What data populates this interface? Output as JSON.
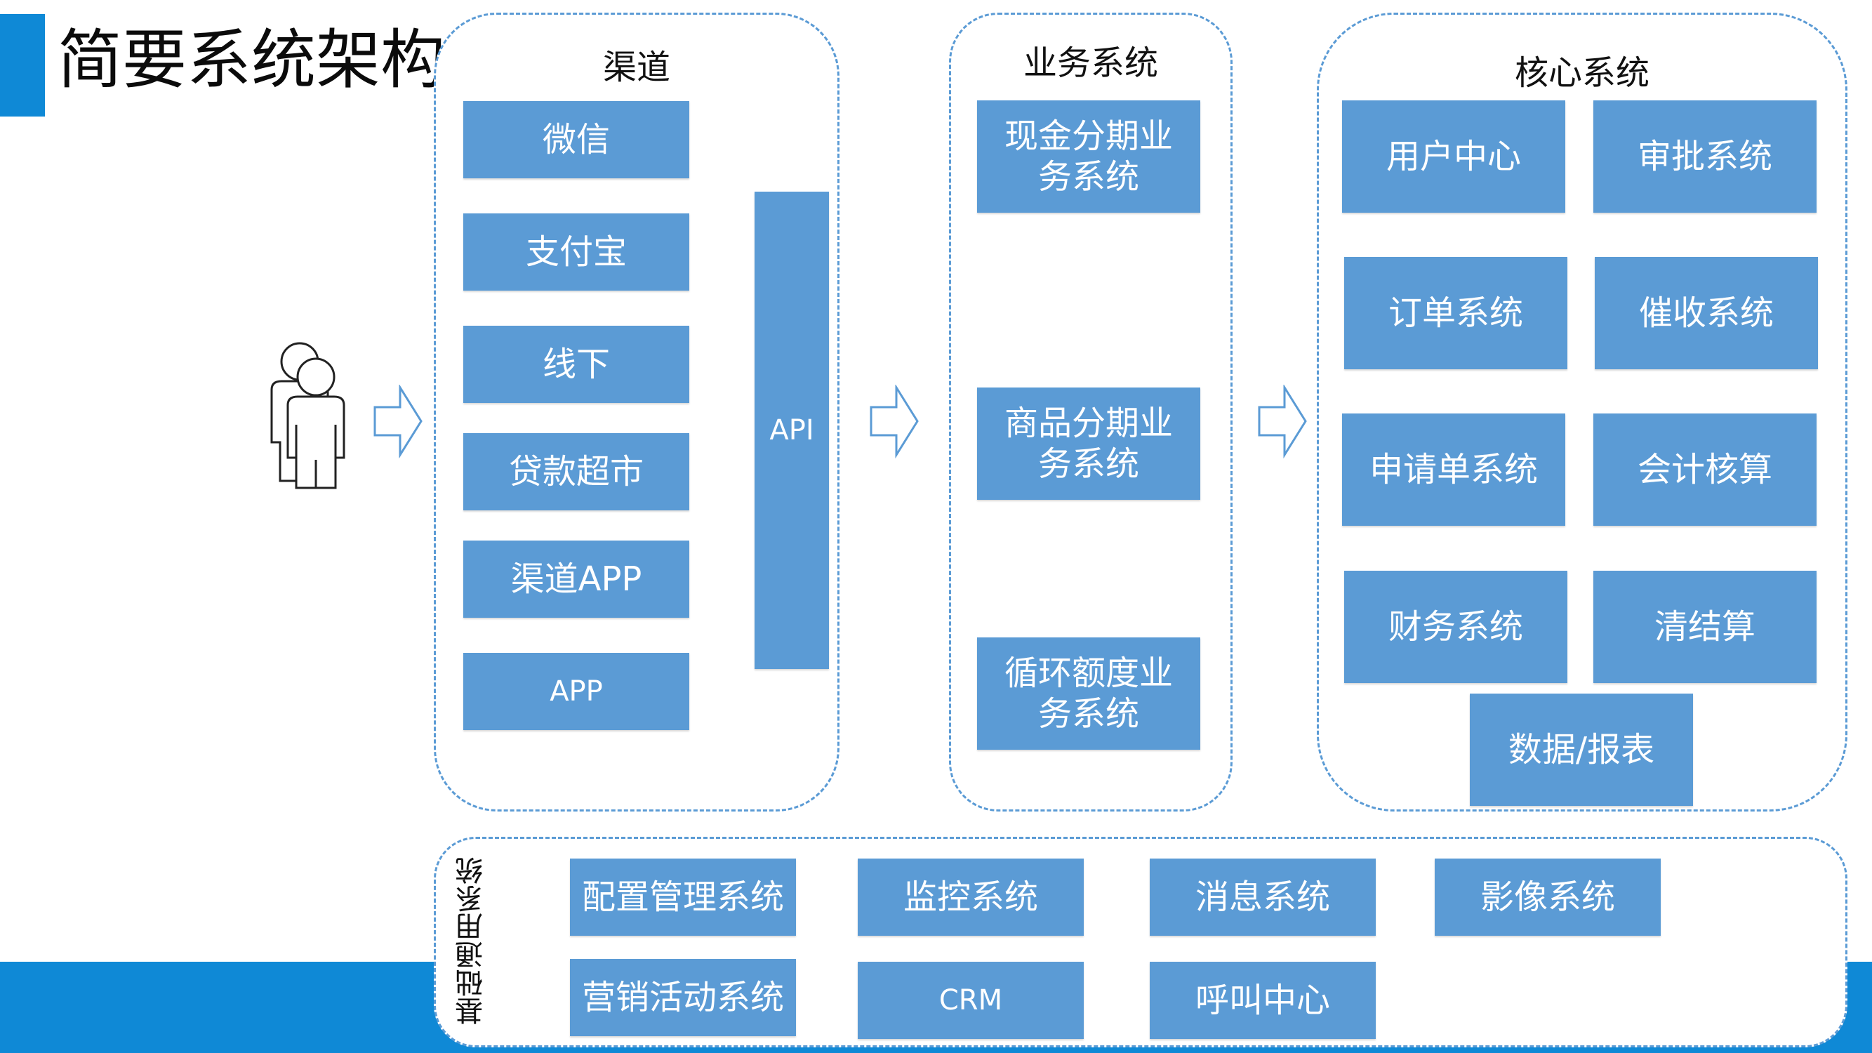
{
  "title": "简要系统架构",
  "channels": {
    "title": "渠道",
    "items": [
      "微信",
      "支付宝",
      "线下",
      "贷款超市",
      "渠道APP",
      "APP"
    ],
    "api_label": "API"
  },
  "business": {
    "title": "业务系统",
    "items": [
      {
        "line1": "现金分期业",
        "line2": "务系统"
      },
      {
        "line1": "商品分期业",
        "line2": "务系统"
      },
      {
        "line1": "循环额度业",
        "line2": "务系统"
      }
    ]
  },
  "core": {
    "title": "核心系统",
    "items": [
      "用户中心",
      "审批系统",
      "订单系统",
      "催收系统",
      "申请单系统",
      "会计核算",
      "财务系统",
      "清结算",
      "数据/报表"
    ]
  },
  "base": {
    "title": "基础通用系统",
    "items": [
      "配置管理系统",
      "监控系统",
      "消息系统",
      "影像系统",
      "营销活动系统",
      "CRM",
      "呼叫中心"
    ]
  },
  "icons": [
    "users-icon",
    "arrow-right-icon"
  ],
  "colors": {
    "box": "#5b9bd5",
    "accent": "#0f89d6",
    "dash": "#5b9bd5"
  }
}
